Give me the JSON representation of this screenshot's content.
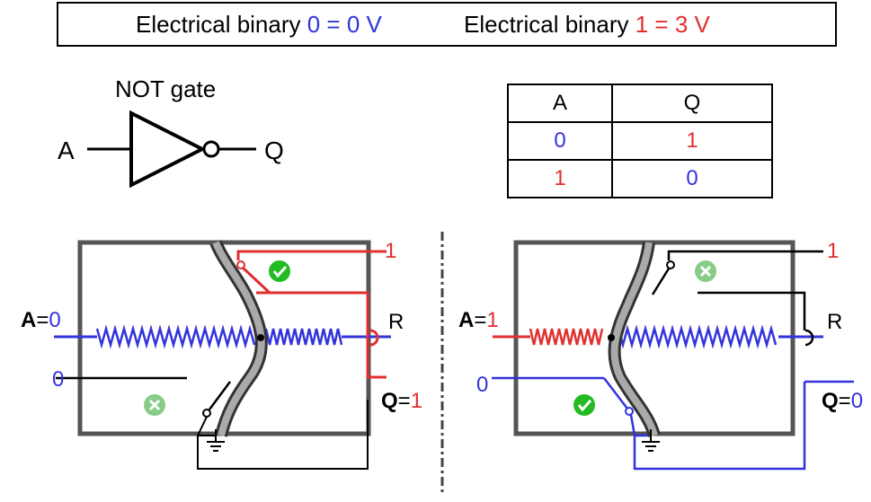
{
  "banner": {
    "part1": "Electrical binary ",
    "part1_value": "0 = 0 V",
    "part2": "Electrical binary ",
    "part2_value": "1 = 3 V"
  },
  "gate": {
    "title": "NOT gate",
    "input": "A",
    "output": "Q"
  },
  "truth_table": {
    "headers": [
      "A",
      "Q"
    ],
    "rows": [
      [
        "0",
        "1"
      ],
      [
        "1",
        "0"
      ]
    ]
  },
  "left_circuit": {
    "input_label": "A",
    "eq": "=",
    "input_value": "0",
    "supply_label": "1",
    "resistor_label": "R",
    "low_label": "0",
    "output_label": "Q",
    "output_value": "1"
  },
  "right_circuit": {
    "input_label": "A",
    "eq": "=",
    "input_value": "1",
    "supply_label": "1",
    "resistor_label": "R",
    "low_label": "0",
    "output_label": "Q",
    "output_value": "0"
  },
  "colors": {
    "low": "#3333dd",
    "high": "#e03030",
    "box": "#555555",
    "check": "#22bb22",
    "cross": "#88cc88"
  }
}
